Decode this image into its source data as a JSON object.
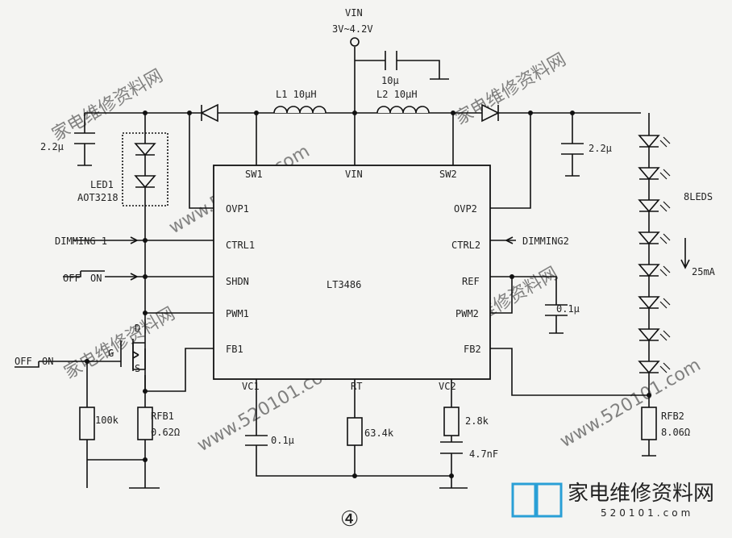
{
  "vin": {
    "label": "VIN",
    "range": "3V~4.2V"
  },
  "caps": {
    "c_in": "10μ",
    "c_left": "2.2μ",
    "c_right": "2.2μ",
    "c_ref": "0.1μ",
    "c_vc1": "0.1μ",
    "c_vc2": "4.7nF"
  },
  "inductors": {
    "l1": "L1 10μH",
    "l2": "L2 10μH"
  },
  "led1": {
    "name": "LED1",
    "part": "AOT3218"
  },
  "leds_right": {
    "label": "8LEDS",
    "current": "25mA"
  },
  "ic": {
    "name": "LT3486",
    "pins_top": {
      "sw1": "SW1",
      "vin": "VIN",
      "sw2": "SW2"
    },
    "pins_left": {
      "ovp1": "OVP1",
      "ctrl1": "CTRL1",
      "shdn": "SHDN",
      "pwm1": "PWM1",
      "fb1": "FB1"
    },
    "pins_right": {
      "ovp2": "OVP2",
      "ctrl2": "CTRL2",
      "ref": "REF",
      "pwm2": "PWM2",
      "fb2": "FB2"
    },
    "pins_bottom": {
      "vc1": "VC1",
      "rt": "RT",
      "vc2": "VC2"
    }
  },
  "signals": {
    "dimming1": "DIMMING 1",
    "dimming2": "DIMMING2",
    "off": "OFF",
    "on": "ON"
  },
  "mosfet": {
    "d": "D",
    "g": "G",
    "s": "S"
  },
  "resistors": {
    "r100k": "100k",
    "rfb1_name": "RFB1",
    "rfb1_val": "0.62Ω",
    "rfb2_name": "RFB2",
    "rfb2_val": "8.06Ω",
    "rt_val": "63.4k",
    "rvc2_val": "2.8k"
  },
  "figure_no": "④",
  "watermark": {
    "text_cn": "家电维修资料网",
    "url": "www.520101.com"
  },
  "logo": {
    "cn": "家电维修资料网",
    "url": "520101.com"
  }
}
